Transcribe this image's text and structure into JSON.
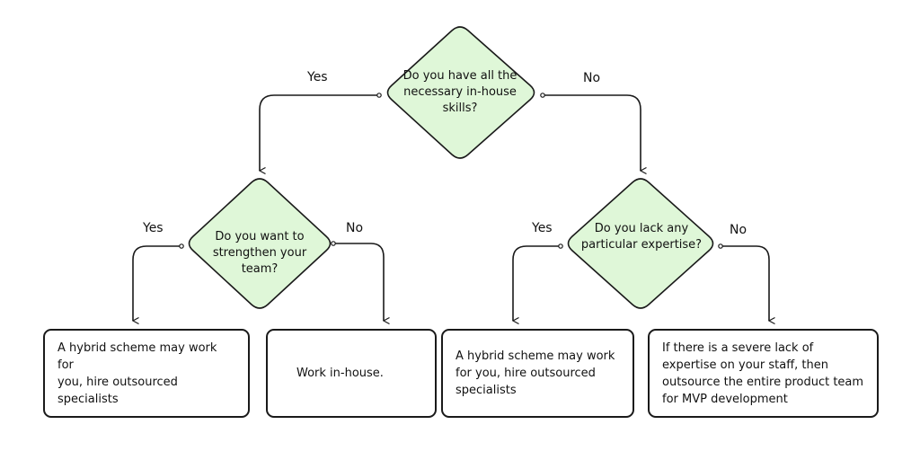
{
  "decisions": {
    "top": {
      "question": "Do you have all the\nnecessary in-house\nskills?"
    },
    "left": {
      "question": "Do you want to\nstrengthen your\nteam?"
    },
    "right": {
      "question": "Do you lack any\nparticular expertise?"
    }
  },
  "branch_labels": {
    "top_yes": "Yes",
    "top_no": "No",
    "left_yes": "Yes",
    "left_no": "No",
    "right_yes": "Yes",
    "right_no": "No"
  },
  "outcomes": {
    "hybrid_left": "A hybrid scheme may work for\nyou, hire outsourced\nspecialists",
    "work_inhouse": "Work in-house.",
    "hybrid_right": "A hybrid scheme may work\nfor you, hire outsourced\nspecialists",
    "outsource_team": "If there is a severe lack of\nexpertise on your staff, then\noutsource the entire product team\nfor MVP development"
  },
  "colors": {
    "diamond_fill": "#dff7d8",
    "stroke": "#1a1a1a"
  }
}
